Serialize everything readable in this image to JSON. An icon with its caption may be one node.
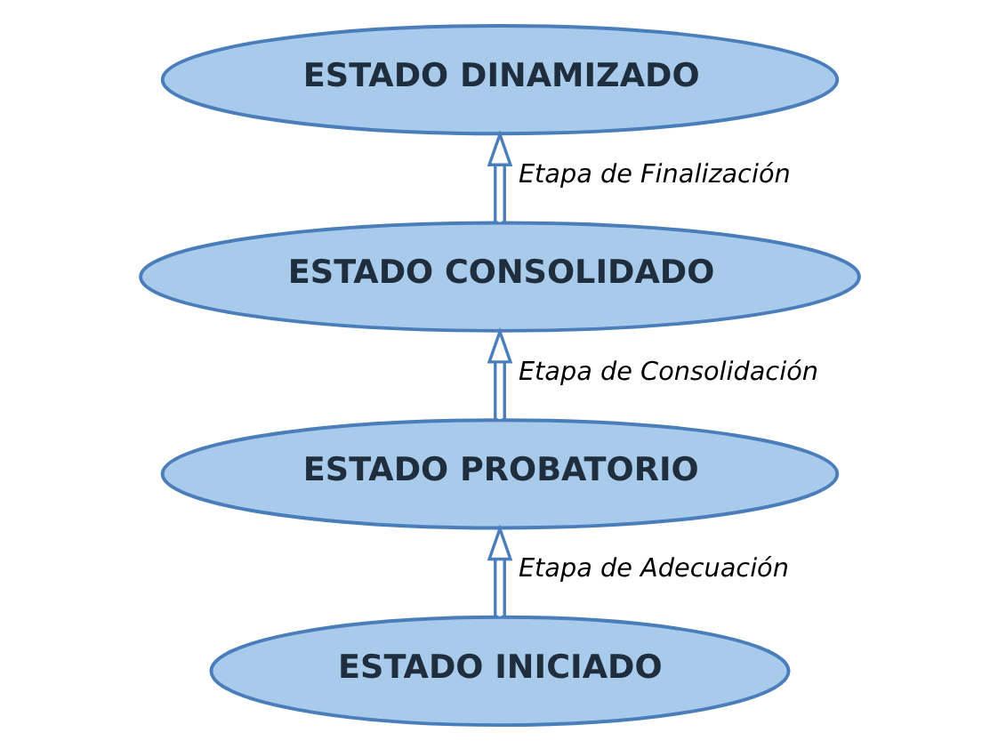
{
  "diagram": {
    "nodes": [
      {
        "text": [
          "ESTADO INICIADO"
        ]
      },
      {
        "text": [
          "ESTADO PROBATORIO"
        ]
      },
      {
        "text": [
          "ESTADO CONSOLIDADO"
        ]
      },
      {
        "text": [
          "ESTADO DINAMIZADO"
        ]
      }
    ],
    "edges": [
      {
        "from": 0,
        "to": 1,
        "arrow": "to",
        "label": "Etapa de Adecuación"
      },
      {
        "from": 1,
        "to": 2,
        "arrow": "to",
        "label": "Etapa de Consolidación"
      },
      {
        "from": 2,
        "to": 3,
        "arrow": "to",
        "label": "Etapa de Finalización"
      }
    ]
  }
}
